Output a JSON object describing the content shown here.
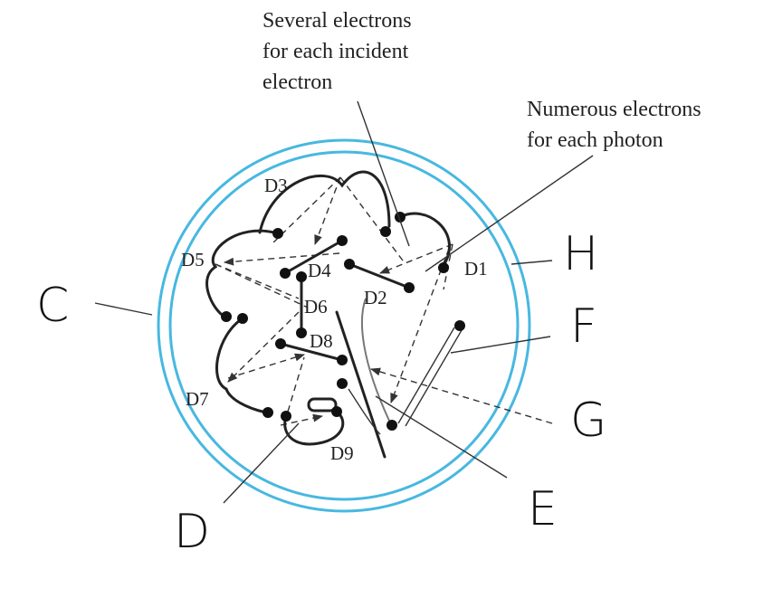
{
  "captions": {
    "several": [
      "Several electrons",
      "for each incident",
      "electron"
    ],
    "numerous": [
      "Numerous electrons",
      "for each photon"
    ]
  },
  "dynodes": [
    "D1",
    "D2",
    "D3",
    "D4",
    "D5",
    "D6",
    "D7",
    "D8",
    "D9"
  ],
  "hand_labels": {
    "C": "C",
    "D": "D",
    "E": "E",
    "F": "F",
    "G": "G",
    "H": "H"
  },
  "colors": {
    "envelope": "#47b8e0",
    "ink": "#222222"
  }
}
